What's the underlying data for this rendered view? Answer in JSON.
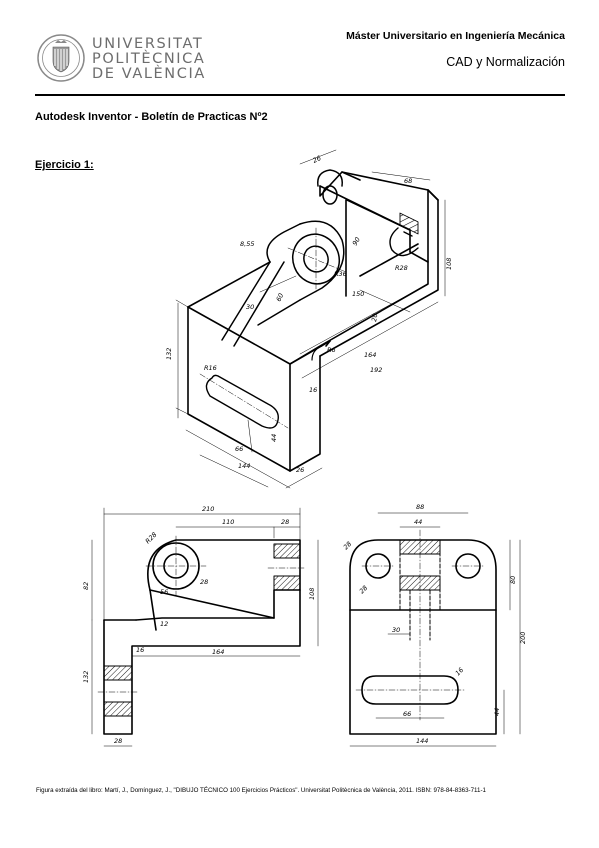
{
  "header": {
    "university_lines": [
      "UNIVERSITAT",
      "POLITÈCNICA",
      "DE VALÈNCIA"
    ],
    "master": "Máster Universitario en Ingeniería Mecánica",
    "course": "CAD y Normalización"
  },
  "document": {
    "title": "Autodesk Inventor - Boletín de Practicas Nº2",
    "exercise_title": "Ejercicio 1:"
  },
  "drawing_dimensions": {
    "isometric": [
      "26",
      "68",
      "8,55",
      "90",
      "108",
      "R36",
      "150",
      "60",
      "R28",
      "30",
      "20",
      "132",
      "164",
      "192",
      "16",
      "R16",
      "R6",
      "66",
      "144",
      "44",
      "26"
    ],
    "front_view": [
      "210",
      "110",
      "28",
      "R28",
      "56",
      "28",
      "82",
      "108",
      "12",
      "16",
      "164",
      "132",
      "28"
    ],
    "side_view": [
      "88",
      "44",
      "28",
      "28",
      "80",
      "30",
      "200",
      "16",
      "66",
      "44",
      "144"
    ]
  },
  "footer": {
    "credit": "Figura extraída del libro: Martí, J., Domínguez, J., \"DIBUJO TÉCNICO 100 Ejercicios Prácticos\". Universitat Politècnica de València, 2011. ISBN: 978-84-8363-711-1"
  }
}
